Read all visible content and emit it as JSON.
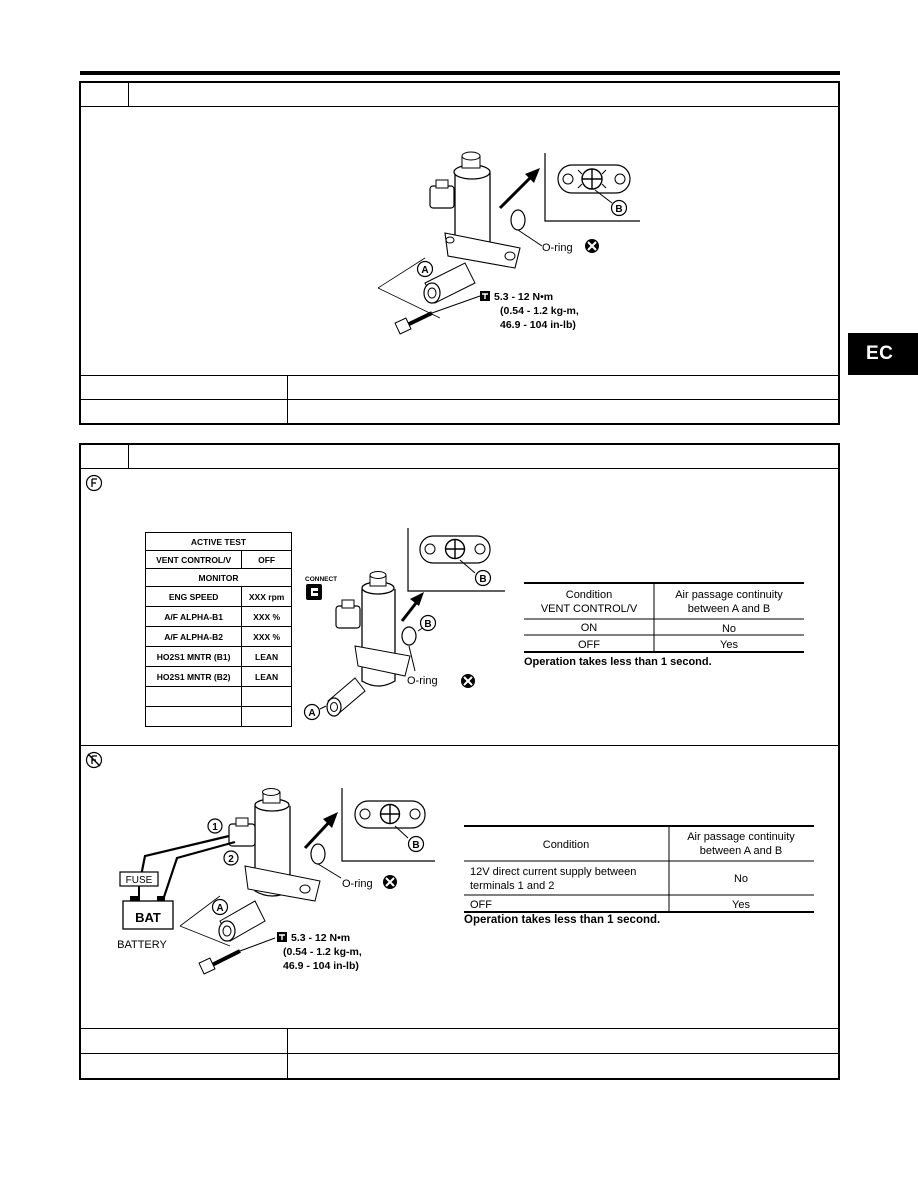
{
  "side_tab": {
    "label": "EC"
  },
  "figure1": {
    "callout_a": "A",
    "callout_b": "B",
    "oring_label": "O-ring",
    "torque_lines": [
      "5.3 - 12 N•m",
      "(0.54 - 1.2 kg-m,",
      "46.9 - 104 in-lb)"
    ]
  },
  "active_test": {
    "title": "ACTIVE TEST",
    "test_item": "VENT CONTROL/V",
    "test_value": "OFF",
    "monitor_header": "MONITOR",
    "rows": [
      {
        "item": "ENG SPEED",
        "value": "XXX rpm"
      },
      {
        "item": "A/F ALPHA-B1",
        "value": "XXX %"
      },
      {
        "item": "A/F ALPHA-B2",
        "value": "XXX %"
      },
      {
        "item": "HO2S1 MNTR (B1)",
        "value": "LEAN"
      },
      {
        "item": "HO2S1 MNTR (B2)",
        "value": "LEAN"
      },
      {
        "item": "",
        "value": ""
      },
      {
        "item": "",
        "value": ""
      }
    ]
  },
  "figure2": {
    "connect_label": "CONNECT",
    "callout_a": "A",
    "callout_b": "B",
    "oring_label": "O-ring"
  },
  "table_consult": {
    "header_condition": [
      "Condition",
      "VENT CONTROL/V"
    ],
    "header_continuity": [
      "Air passage continuity",
      "between A and B"
    ],
    "rows": [
      {
        "condition": "ON",
        "continuity": "No"
      },
      {
        "condition": "OFF",
        "continuity": "Yes"
      }
    ],
    "note": "Operation takes less than 1 second."
  },
  "figure3": {
    "fuse_label": "FUSE",
    "bat_label": "BAT",
    "battery_label": "BATTERY",
    "terminal_1": "1",
    "terminal_2": "2",
    "callout_a": "A",
    "callout_b": "B",
    "oring_label": "O-ring",
    "torque_lines": [
      "5.3 - 12 N•m",
      "(0.54 - 1.2 kg-m,",
      "46.9 - 104 in-lb)"
    ]
  },
  "table_direct": {
    "header_condition": "Condition",
    "header_continuity": [
      "Air passage continuity",
      "between A and B"
    ],
    "rows": [
      {
        "condition": [
          "12V direct current supply between",
          "terminals 1 and 2"
        ],
        "continuity": "No"
      },
      {
        "condition": [
          "OFF"
        ],
        "continuity": "Yes"
      }
    ],
    "note": "Operation takes less than 1 second."
  }
}
